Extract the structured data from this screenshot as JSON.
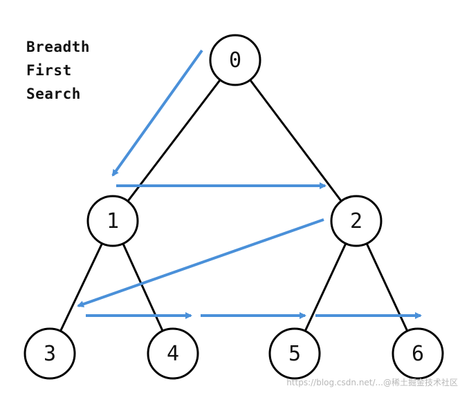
{
  "caption": [
    "Breadth",
    "First",
    "Search"
  ],
  "nodes": [
    {
      "id": "n0",
      "label": "0"
    },
    {
      "id": "n1",
      "label": "1"
    },
    {
      "id": "n2",
      "label": "2"
    },
    {
      "id": "n3",
      "label": "3"
    },
    {
      "id": "n4",
      "label": "4"
    },
    {
      "id": "n5",
      "label": "5"
    },
    {
      "id": "n6",
      "label": "6"
    }
  ],
  "edges": [
    [
      "n0",
      "n1"
    ],
    [
      "n0",
      "n2"
    ],
    [
      "n1",
      "n3"
    ],
    [
      "n1",
      "n4"
    ],
    [
      "n2",
      "n5"
    ],
    [
      "n2",
      "n6"
    ]
  ],
  "traversal_order": [
    "0",
    "1",
    "2",
    "3",
    "4",
    "5",
    "6"
  ],
  "colors": {
    "edge": "#000000",
    "node_stroke": "#000000",
    "node_fill": "#ffffff",
    "arrow": "#4a90d9"
  },
  "watermark": "https://blog.csdn.net/...@稀土掘金技术社区"
}
